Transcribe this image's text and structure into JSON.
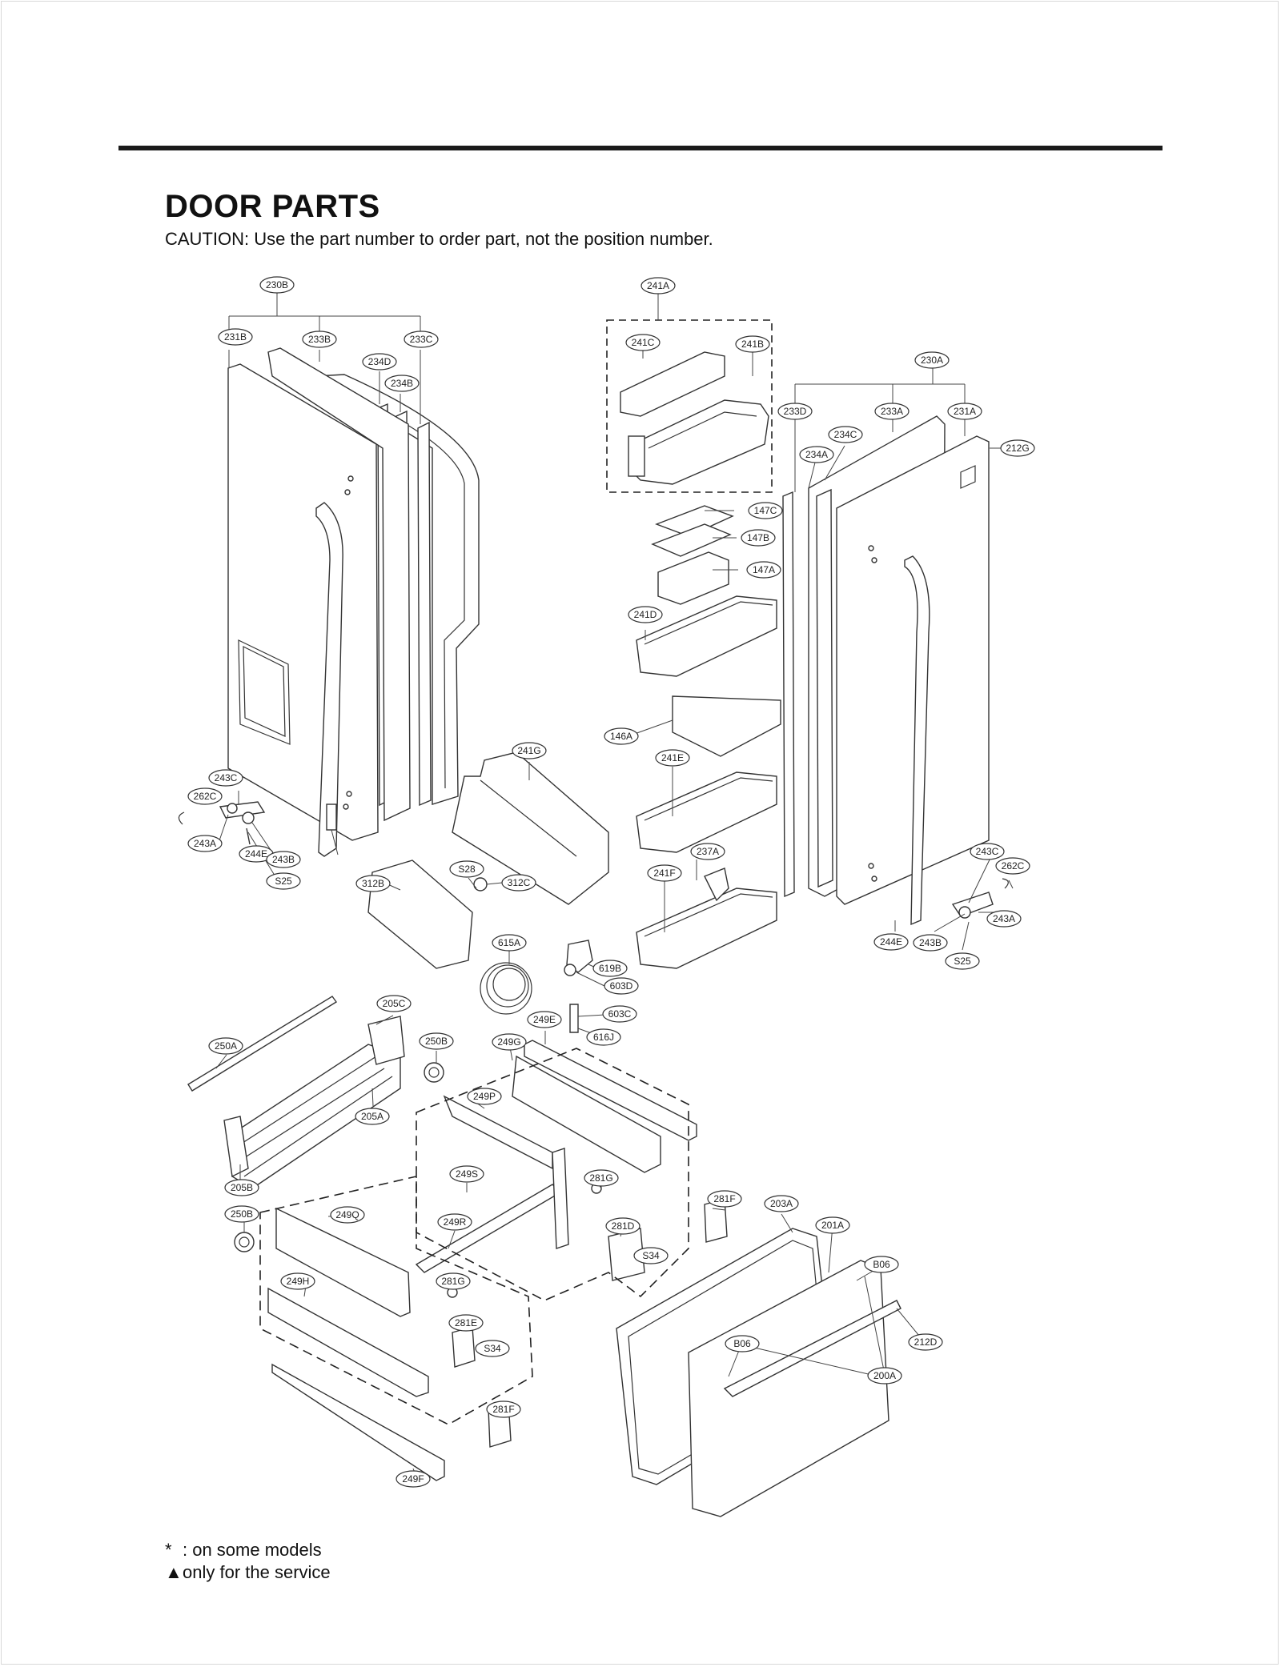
{
  "page": {
    "title": "DOOR PARTS",
    "caution": "CAUTION: Use the part number to order part, not the position number."
  },
  "legend": [
    {
      "symbol": "*",
      "text": ": on some models"
    },
    {
      "symbol": "▲",
      "text": "only for the service"
    }
  ],
  "callouts": [
    {
      "label": "230B"
    },
    {
      "label": "231B"
    },
    {
      "label": "233B"
    },
    {
      "label": "233C"
    },
    {
      "label": "234D"
    },
    {
      "label": "234B"
    },
    {
      "label": "241A"
    },
    {
      "label": "241C"
    },
    {
      "label": "241B"
    },
    {
      "label": "230A"
    },
    {
      "label": "233D"
    },
    {
      "label": "233A"
    },
    {
      "label": "231A"
    },
    {
      "label": "234C"
    },
    {
      "label": "234A"
    },
    {
      "label": "212G"
    },
    {
      "label": "147C"
    },
    {
      "label": "147B"
    },
    {
      "label": "147A"
    },
    {
      "label": "241D"
    },
    {
      "label": "146A"
    },
    {
      "label": "241E"
    },
    {
      "label": "241G"
    },
    {
      "label": "237A"
    },
    {
      "label": "241F"
    },
    {
      "label": "243C"
    },
    {
      "label": "262C"
    },
    {
      "label": "243A"
    },
    {
      "label": "243B"
    },
    {
      "label": "244E"
    },
    {
      "label": "S25"
    },
    {
      "label": "312B"
    },
    {
      "label": "S28"
    },
    {
      "label": "312C"
    },
    {
      "label": "243C"
    },
    {
      "label": "262C"
    },
    {
      "label": "243A"
    },
    {
      "label": "244E"
    },
    {
      "label": "243B"
    },
    {
      "label": "S25"
    },
    {
      "label": "615A"
    },
    {
      "label": "619B"
    },
    {
      "label": "603D"
    },
    {
      "label": "603C"
    },
    {
      "label": "616J"
    },
    {
      "label": "205C"
    },
    {
      "label": "250A"
    },
    {
      "label": "250B"
    },
    {
      "label": "249E"
    },
    {
      "label": "249G"
    },
    {
      "label": "205A"
    },
    {
      "label": "249P"
    },
    {
      "label": "205B"
    },
    {
      "label": "249S"
    },
    {
      "label": "281G"
    },
    {
      "label": "250B"
    },
    {
      "label": "249Q"
    },
    {
      "label": "249R"
    },
    {
      "label": "281F"
    },
    {
      "label": "203A"
    },
    {
      "label": "281D"
    },
    {
      "label": "201A"
    },
    {
      "label": "S34"
    },
    {
      "label": "B06"
    },
    {
      "label": "249H"
    },
    {
      "label": "281G"
    },
    {
      "label": "212D"
    },
    {
      "label": "281E"
    },
    {
      "label": "S34"
    },
    {
      "label": "B06"
    },
    {
      "label": "200A"
    },
    {
      "label": "281F"
    },
    {
      "label": "249F"
    }
  ]
}
